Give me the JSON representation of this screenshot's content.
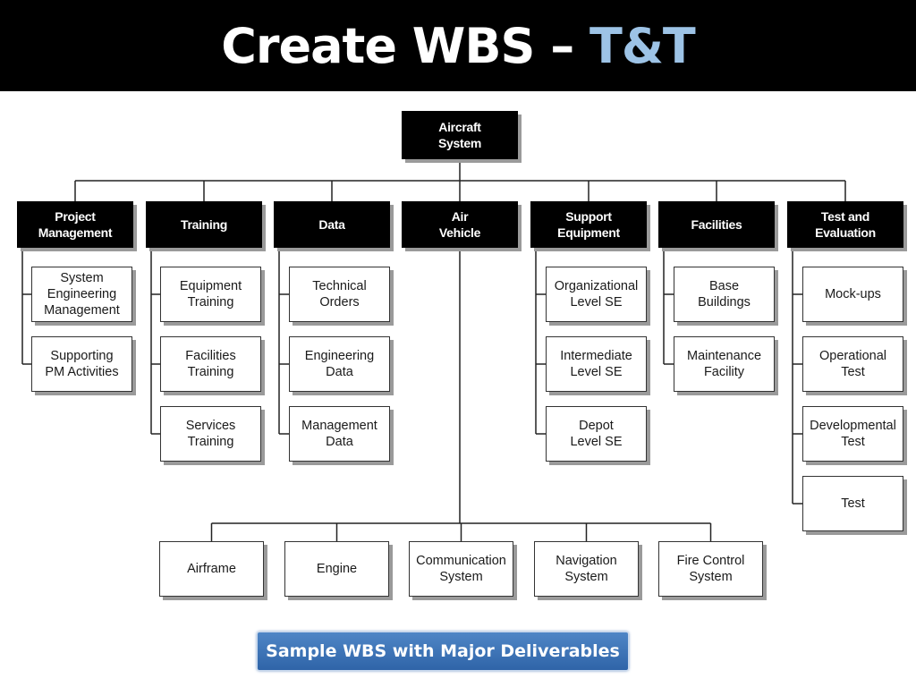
{
  "slide": {
    "title_main": "Create WBS – ",
    "title_highlight": "T&T",
    "caption": "Sample WBS with Major Deliverables"
  },
  "wbs": {
    "root": "Aircraft\nSystem",
    "branches": [
      {
        "label": "Project\nManagement",
        "children": [
          "System\nEngineering\nManagement",
          "Supporting\nPM Activities"
        ]
      },
      {
        "label": "Training",
        "children": [
          "Equipment\nTraining",
          "Facilities\nTraining",
          "Services\nTraining"
        ]
      },
      {
        "label": "Data",
        "children": [
          "Technical\nOrders",
          "Engineering\nData",
          "Management\nData"
        ]
      },
      {
        "label": "Air\nVehicle",
        "children": [
          "Airframe",
          "Engine",
          "Communication\nSystem",
          "Navigation\nSystem",
          "Fire Control\nSystem"
        ]
      },
      {
        "label": "Support\nEquipment",
        "children": [
          "Organizational\nLevel SE",
          "Intermediate\nLevel SE",
          "Depot\nLevel SE"
        ]
      },
      {
        "label": "Facilities",
        "children": [
          "Base\nBuildings",
          "Maintenance\nFacility"
        ]
      },
      {
        "label": "Test and\nEvaluation",
        "children": [
          "Mock-ups",
          "Operational\nTest",
          "Developmental\nTest",
          "Test"
        ]
      }
    ]
  },
  "colors": {
    "title_bar": "#000000",
    "title_highlight": "#9dc3e6",
    "header_box": "#000000",
    "caption_fill": "#3a70b4"
  }
}
